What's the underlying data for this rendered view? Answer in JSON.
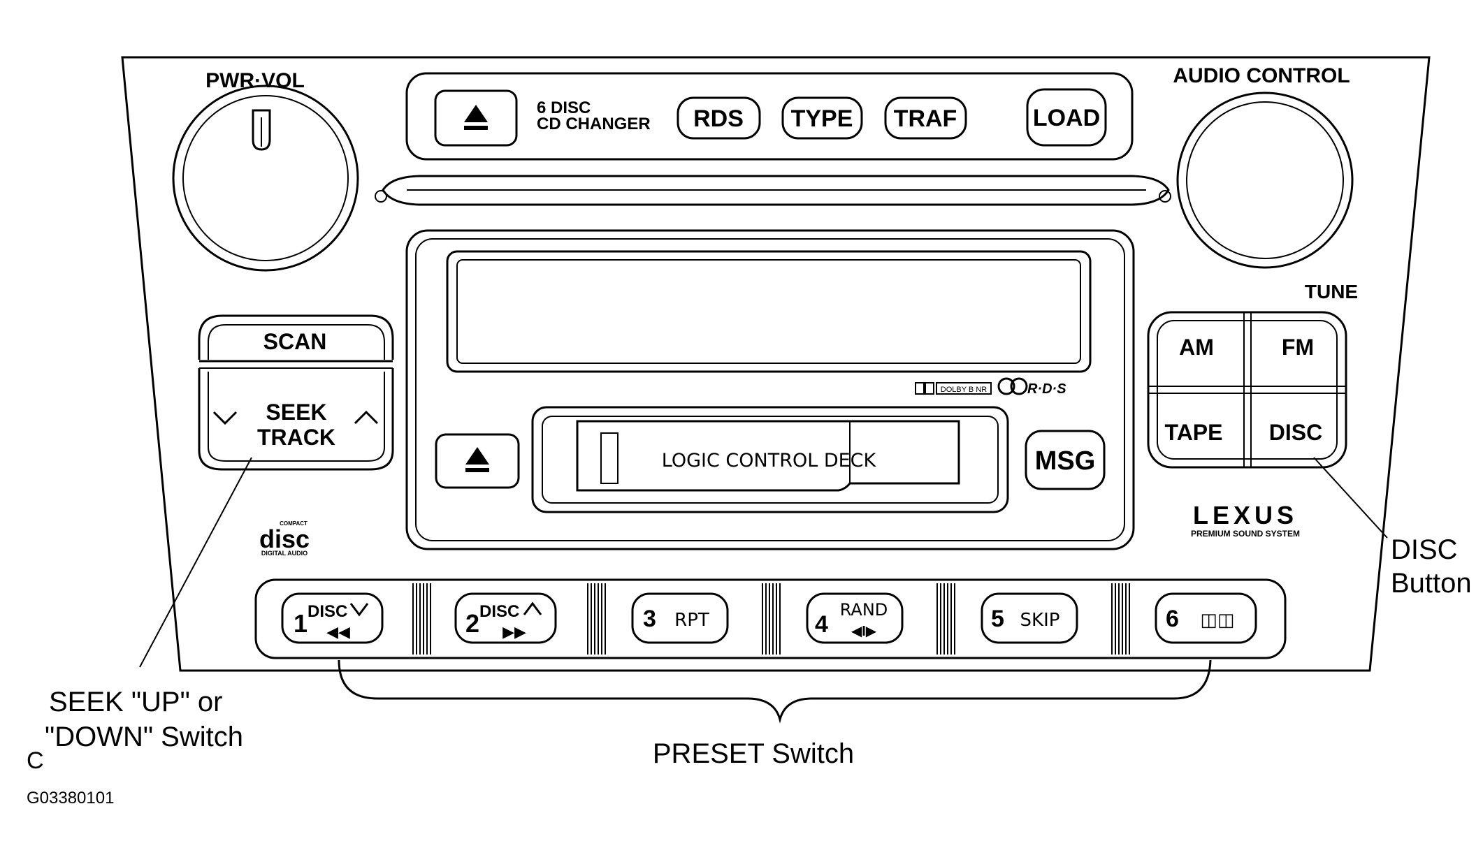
{
  "panel": {
    "pwr_vol": "PWR·VOL",
    "audio_control": "AUDIO  CONTROL",
    "tune": "TUNE",
    "disc_changer_line1": "6  DISC",
    "disc_changer_line2": "CD CHANGER",
    "rds": "RDS",
    "type": "TYPE",
    "traf": "TRAF",
    "load": "LOAD",
    "scan": "SCAN",
    "seek": "SEEK",
    "track": "TRACK",
    "am": "AM",
    "fm": "FM",
    "tape": "TAPE",
    "disc": "DISC",
    "msg": "MSG",
    "logic_control_deck": "LOGIC  CONTROL  DECK",
    "dolby": "DOLBY B NR",
    "rds_logo": "R·D·S",
    "compact_disc_top": "COMPACT",
    "compact_disc_mid": "disc",
    "compact_disc_bottom": "DIGITAL AUDIO",
    "lexus_brand": "LEXUS",
    "lexus_sub": "PREMIUM SOUND SYSTEM"
  },
  "presets": [
    {
      "num": "1",
      "top": "DISC",
      "sym": "◀◀"
    },
    {
      "num": "2",
      "top": "DISC",
      "sym": "▶▶"
    },
    {
      "num": "3",
      "label": "RPT"
    },
    {
      "num": "4",
      "top": "RAND",
      "sym": "◀I▶"
    },
    {
      "num": "5",
      "label": "SKIP"
    },
    {
      "num": "6",
      "label": "◫◫"
    }
  ],
  "callouts": {
    "seek_line1": "SEEK \"UP\" or",
    "seek_line2": "\"DOWN\" Switch",
    "disc_line1": "DISC",
    "disc_line2": "Button",
    "preset": "PRESET Switch",
    "corner": "C",
    "figure_id": "G03380101"
  }
}
